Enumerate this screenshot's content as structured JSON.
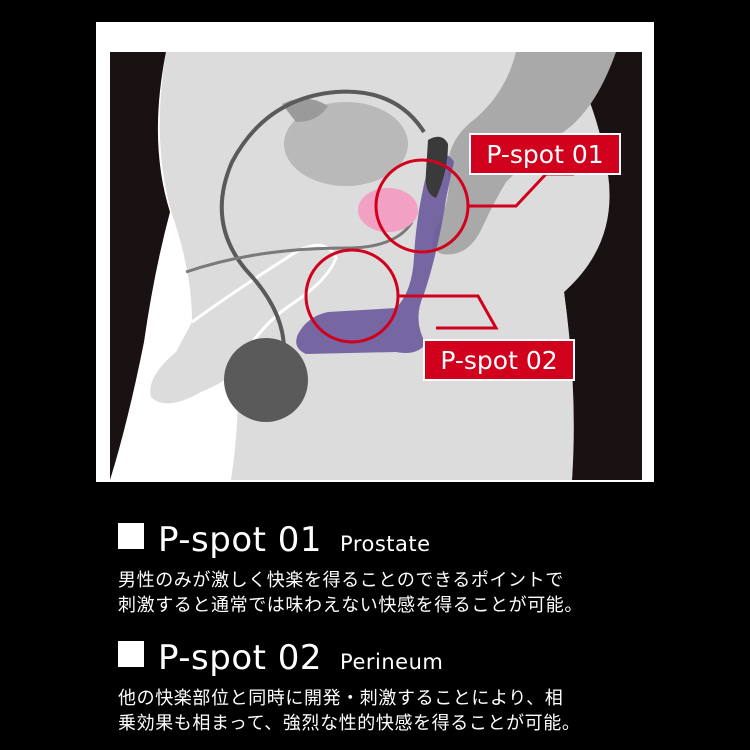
{
  "diagram": {
    "callouts": [
      {
        "id": "p-spot-01",
        "label": "P-spot 01"
      },
      {
        "id": "p-spot-02",
        "label": "P-spot 02"
      }
    ],
    "colors": {
      "panel": "#ffffff",
      "body": "#dcdcdc",
      "organ": "#b9b9b9",
      "outline": "#5a5a5a",
      "shadow": "#1a1212",
      "device": "#6a5a9c",
      "highlight": "#f2a0c4",
      "accent": "#d1001c"
    }
  },
  "sections": [
    {
      "title": "P-spot 01",
      "subtitle": "Prostate",
      "lines": [
        "男性のみが激しく快楽を得ることのできるポイントで",
        "刺激すると通常では味わえない快感を得ることが可能。"
      ]
    },
    {
      "title": "P-spot 02",
      "subtitle": "Perineum",
      "lines": [
        "他の快楽部位と同時に開発・刺激することにより、相",
        "乗効果も相まって、強烈な性的快感を得ることが可能。"
      ]
    }
  ]
}
